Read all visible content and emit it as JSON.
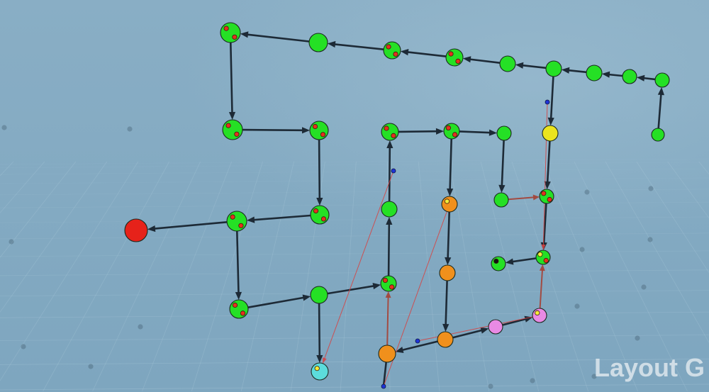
{
  "watermark": "Layout G",
  "colors": {
    "background_top": "#89aec5",
    "background_bottom": "#7ea6bf",
    "grid_line": "#b3d0e0",
    "node_outline": "#1b2a20",
    "watermark": "#e6edf2"
  },
  "graph": {
    "nodes": [
      {
        "fill": "#25e025",
        "markers": [
          "#e5301f",
          "#e5301f"
        ]
      },
      {
        "fill": "#25e025",
        "markers": []
      },
      {
        "fill": "#25e025",
        "markers": [
          "#e5301f",
          "#e5301f"
        ]
      },
      {
        "fill": "#25e025",
        "markers": [
          "#e5301f",
          "#e5301f"
        ]
      },
      {
        "fill": "#25e025",
        "markers": []
      },
      {
        "fill": "#25e025",
        "markers": []
      },
      {
        "fill": "#25e025",
        "markers": []
      },
      {
        "fill": "#25e025",
        "markers": []
      },
      {
        "fill": "#25e025",
        "markers": []
      },
      {
        "fill": "#25e025",
        "markers": []
      },
      {
        "fill": "#25e025",
        "markers": [
          "#e5301f",
          "#e5301f"
        ]
      },
      {
        "fill": "#25e025",
        "markers": [
          "#e5301f",
          "#e5301f"
        ]
      },
      {
        "fill": "#25e025",
        "markers": [
          "#e5301f",
          "#e5301f"
        ]
      },
      {
        "fill": "#25e025",
        "markers": [
          "#e5301f",
          "#e5301f"
        ]
      },
      {
        "fill": "#e6221a",
        "markers": []
      },
      {
        "fill": "#25e025",
        "markers": [
          "#e5301f",
          "#e5301f"
        ]
      },
      {
        "fill": "#25e025",
        "markers": []
      },
      {
        "fill": "#25e025",
        "markers": [
          "#e5301f",
          "#e5301f"
        ]
      },
      {
        "fill": "#5cdcdc",
        "markers": [
          "#f3ec38"
        ]
      },
      {
        "fill": "#25e025",
        "markers": []
      },
      {
        "fill": "#25e025",
        "markers": [
          "#e5301f",
          "#e5301f"
        ]
      },
      {
        "fill": "#25e025",
        "markers": [
          "#e5301f",
          "#e5301f"
        ]
      },
      {
        "fill": "#25e025",
        "markers": []
      },
      {
        "fill": "#f0901c",
        "markers": [
          "#f3ec38"
        ]
      },
      {
        "fill": "#25e025",
        "markers": []
      },
      {
        "fill": "#25e025",
        "markers": [
          "#e5301f",
          "#e5301f"
        ]
      },
      {
        "fill": "#ebe41e",
        "markers": []
      },
      {
        "fill": "#25e025",
        "markers": [
          "#f3ec38",
          "#e5301f"
        ]
      },
      {
        "fill": "#25e025",
        "markers": [
          "#111111"
        ]
      },
      {
        "fill": "#f0901c",
        "markers": []
      },
      {
        "fill": "#f0901c",
        "markers": []
      },
      {
        "fill": "#f0901c",
        "markers": []
      },
      {
        "fill": "#e98ae4",
        "markers": []
      },
      {
        "fill": "#e98ae4",
        "markers": [
          "#f3ec38"
        ]
      },
      {
        "fill": "#1f34d6",
        "markers": []
      },
      {
        "fill": "#1f34d6",
        "markers": []
      },
      {
        "fill": "#1f34d6",
        "markers": []
      },
      {
        "fill": "#1f34d6",
        "markers": []
      }
    ],
    "edges": [
      {
        "from": 9,
        "to": 8,
        "stroke": "#1d2a36",
        "arrow": true
      },
      {
        "from": 8,
        "to": 7,
        "stroke": "#1d2a36",
        "arrow": true
      },
      {
        "from": 7,
        "to": 6,
        "stroke": "#1d2a36",
        "arrow": true
      },
      {
        "from": 6,
        "to": 5,
        "stroke": "#1d2a36",
        "arrow": true
      },
      {
        "from": 5,
        "to": 4,
        "stroke": "#1d2a36",
        "arrow": true
      },
      {
        "from": 4,
        "to": 3,
        "stroke": "#1d2a36",
        "arrow": true
      },
      {
        "from": 3,
        "to": 2,
        "stroke": "#1d2a36",
        "arrow": true
      },
      {
        "from": 2,
        "to": 1,
        "stroke": "#1d2a36",
        "arrow": true
      },
      {
        "from": 1,
        "to": 0,
        "stroke": "#1d2a36",
        "arrow": true
      },
      {
        "from": 0,
        "to": 10,
        "stroke": "#1d2a36",
        "arrow": true
      },
      {
        "from": 10,
        "to": 11,
        "stroke": "#1d2a36",
        "arrow": true
      },
      {
        "from": 11,
        "to": 12,
        "stroke": "#1d2a36",
        "arrow": true
      },
      {
        "from": 12,
        "to": 13,
        "stroke": "#1d2a36",
        "arrow": true
      },
      {
        "from": 13,
        "to": 14,
        "stroke": "#1d2a36",
        "arrow": true
      },
      {
        "from": 13,
        "to": 15,
        "stroke": "#1d2a36",
        "arrow": true
      },
      {
        "from": 15,
        "to": 16,
        "stroke": "#1d2a36",
        "arrow": true
      },
      {
        "from": 16,
        "to": 17,
        "stroke": "#1d2a36",
        "arrow": true
      },
      {
        "from": 16,
        "to": 18,
        "stroke": "#1d2a36",
        "arrow": true
      },
      {
        "from": 17,
        "to": 19,
        "stroke": "#1d2a36",
        "arrow": true
      },
      {
        "from": 19,
        "to": 20,
        "stroke": "#1d2a36",
        "arrow": true
      },
      {
        "from": 20,
        "to": 21,
        "stroke": "#1d2a36",
        "arrow": true
      },
      {
        "from": 21,
        "to": 22,
        "stroke": "#1d2a36",
        "arrow": true
      },
      {
        "from": 21,
        "to": 23,
        "stroke": "#1d2a36",
        "arrow": true
      },
      {
        "from": 22,
        "to": 24,
        "stroke": "#1d2a36",
        "arrow": true
      },
      {
        "from": 24,
        "to": 25,
        "stroke": "#a3463b",
        "arrow": true
      },
      {
        "from": 5,
        "to": 26,
        "stroke": "#1d2a36",
        "arrow": true
      },
      {
        "from": 26,
        "to": 25,
        "stroke": "#1d2a36",
        "arrow": true
      },
      {
        "from": 25,
        "to": 27,
        "stroke": "#1d2a36",
        "arrow": true
      },
      {
        "from": 27,
        "to": 28,
        "stroke": "#1d2a36",
        "arrow": true
      },
      {
        "from": 23,
        "to": 29,
        "stroke": "#1d2a36",
        "arrow": true
      },
      {
        "from": 29,
        "to": 30,
        "stroke": "#1d2a36",
        "arrow": true
      },
      {
        "from": 30,
        "to": 31,
        "stroke": "#1d2a36",
        "arrow": true
      },
      {
        "from": 30,
        "to": 32,
        "stroke": "#1d2a36",
        "arrow": true
      },
      {
        "from": 32,
        "to": 33,
        "stroke": "#1d2a36",
        "arrow": true
      },
      {
        "from": 31,
        "to": 37,
        "stroke": "#1d2a36",
        "arrow": false
      },
      {
        "from": 31,
        "to": 17,
        "stroke": "#a3463b",
        "arrow": true
      },
      {
        "from": 33,
        "to": 27,
        "stroke": "#a3463b",
        "arrow": true
      },
      {
        "from": 34,
        "to": 18,
        "stroke": "#d8413f",
        "arrow": true
      },
      {
        "from": 23,
        "to": 37,
        "stroke": "#d8413f",
        "arrow": false
      },
      {
        "from": 36,
        "to": 33,
        "stroke": "#d8413f",
        "arrow": false
      },
      {
        "from": 35,
        "to": 27,
        "stroke": "#d8413f",
        "arrow": true
      }
    ]
  }
}
